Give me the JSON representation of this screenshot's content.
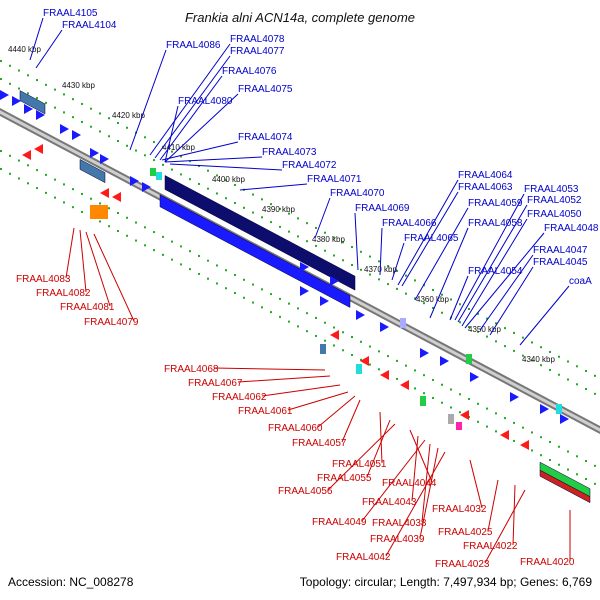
{
  "title": "Frankia alni ACN14a, complete genome",
  "accession": "Accession: NC_008278",
  "summary": "Topology: circular; Length: 7,497,934 bp; Genes: 6,769",
  "colors": {
    "forward_label": "#0000cc",
    "reverse_label": "#cc0000",
    "forward_gene": "#1a1aff",
    "reverse_gene": "#ff1a1a",
    "backbone": "#888888",
    "ruler_dots": "#22aa22"
  },
  "ruler": [
    {
      "label": "4440 kbp"
    },
    {
      "label": "4430 kbp"
    },
    {
      "label": "4420 kbp"
    },
    {
      "label": "4410 kbp"
    },
    {
      "label": "4400 kbp"
    },
    {
      "label": "4390 kbp"
    },
    {
      "label": "4380 kbp"
    },
    {
      "label": "4370 kbp"
    },
    {
      "label": "4360 kbp"
    },
    {
      "label": "4350 kbp"
    },
    {
      "label": "4340 kbp"
    }
  ],
  "forward_genes": [
    "FRAAL4105",
    "FRAAL4104",
    "FRAAL4086",
    "FRAAL4078",
    "FRAAL4077",
    "FRAAL4076",
    "FRAAL4075",
    "FRAAL4080",
    "FRAAL4074",
    "FRAAL4073",
    "FRAAL4072",
    "FRAAL4071",
    "FRAAL4070",
    "FRAAL4069",
    "FRAAL4066",
    "FRAAL4065",
    "FRAAL4064",
    "FRAAL4063",
    "FRAAL4059",
    "FRAAL4058",
    "FRAAL4053",
    "FRAAL4052",
    "FRAAL4050",
    "FRAAL4048",
    "FRAAL4054",
    "FRAAL4047",
    "FRAAL4045",
    "coaA"
  ],
  "reverse_genes": [
    "FRAAL4083",
    "FRAAL4082",
    "FRAAL4081",
    "FRAAL4079",
    "FRAAL4068",
    "FRAAL4067",
    "FRAAL4062",
    "FRAAL4061",
    "FRAAL4060",
    "FRAAL4057",
    "FRAAL4051",
    "FRAAL4055",
    "FRAAL4056",
    "FRAAL4044",
    "FRAAL4043",
    "FRAAL4049",
    "FRAAL4038",
    "FRAAL4039",
    "FRAAL4042",
    "FRAAL4032",
    "FRAAL4025",
    "FRAAL4022",
    "FRAAL4023",
    "FRAAL4020"
  ]
}
